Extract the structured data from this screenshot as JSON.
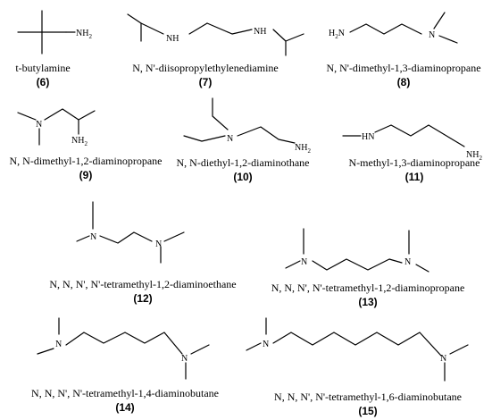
{
  "compounds": [
    {
      "id": "6",
      "name": "t-butylamine",
      "number": "(6)",
      "atoms": [
        "NH2"
      ]
    },
    {
      "id": "7",
      "name": "N, N'-diisopropylethylenediamine",
      "number": "(7)",
      "atoms": [
        "NH",
        "NH"
      ]
    },
    {
      "id": "8",
      "name": "N, N'-dimethyl-1,3-diaminopropane",
      "number": "(8)",
      "atoms": [
        "H2N",
        "N"
      ]
    },
    {
      "id": "9",
      "name": "N, N-dimethyl-1,2-diaminopropane",
      "number": "(9)",
      "atoms": [
        "N",
        "NH2"
      ]
    },
    {
      "id": "10",
      "name": "N, N-diethyl-1,2-diaminothane",
      "number": "(10)",
      "atoms": [
        "N",
        "NH2"
      ]
    },
    {
      "id": "11",
      "name": "N-methyl-1,3-diaminopropane",
      "number": "(11)",
      "atoms": [
        "HN",
        "NH2"
      ]
    },
    {
      "id": "12",
      "name": "N, N, N', N'-tetramethyl-1,2-diaminoethane",
      "number": "(12)",
      "atoms": [
        "N",
        "N"
      ]
    },
    {
      "id": "13",
      "name": "N, N, N', N'-tetramethyl-1,2-diaminopropane",
      "number": "(13)",
      "atoms": [
        "N",
        "N"
      ]
    },
    {
      "id": "14",
      "name": "N, N, N', N'-tetramethyl-1,4-diaminobutane",
      "number": "(14)",
      "atoms": [
        "N",
        "N"
      ]
    },
    {
      "id": "15",
      "name": "N, N, N', N'-tetramethyl-1,6-diaminobutane",
      "number": "(15)",
      "atoms": [
        "N",
        "N"
      ]
    }
  ]
}
